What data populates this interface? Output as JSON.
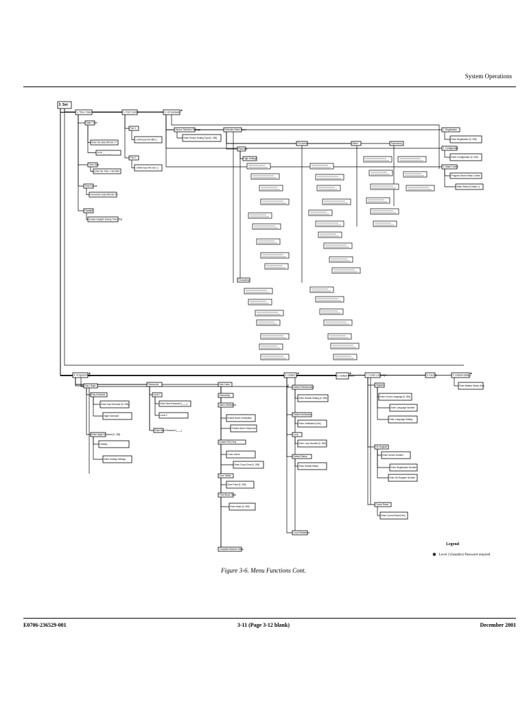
{
  "header": {
    "section": "System Operations"
  },
  "caption": "Figure 3-6.   Menu Functions Cont.",
  "legend": {
    "title": "Legend",
    "item": "Level 2 (Installer) Password required"
  },
  "footer": {
    "left": "E0706-236529-001",
    "center": "3-11 (Page 3-12 blank)",
    "right": "December 2001"
  },
  "diagram": {
    "nodes": [
      {
        "id": "set",
        "label": "3. Set",
        "kind": "root"
      },
      {
        "id": "timedate",
        "label": "1. Time / Date",
        "kind": "top"
      },
      {
        "id": "portctl",
        "label": "2. Port Control",
        "kind": "top"
      },
      {
        "id": "h2lh",
        "label": "3. H2 Hardware",
        "kind": "top",
        "star": true
      },
      {
        "id": "programming",
        "label": "4. Programming",
        "kind": "top",
        "star": true
      },
      {
        "id": "default",
        "label": "5. Default",
        "kind": "top",
        "star": true
      },
      {
        "id": "defaultstatus",
        "label": "6. Default Status",
        "kind": "top",
        "star": true
      },
      {
        "id": "commlanguage",
        "label": "7. Comm Language",
        "kind": "top"
      },
      {
        "id": "factory",
        "label": "8. Factory",
        "kind": "top"
      },
      {
        "id": "disable",
        "label": "9. Disable Battery",
        "kind": "top",
        "star": true
      },
      {
        "id": "tdate",
        "label": "Date / Time"
      },
      {
        "id": "tdate1",
        "label": "Enter the date    MM.DD.YY"
      },
      {
        "id": "tdate2",
        "label": "24 Hr     _ _ : _ _"
      },
      {
        "id": "tzone",
        "label": "Time Zone"
      },
      {
        "id": "tzone1",
        "label": "Enter the Time      +/-HH:MM"
      },
      {
        "id": "tfmt",
        "label": "Time Format"
      },
      {
        "id": "tfmt1",
        "label": "Format the Date    MM.DD.YY"
      },
      {
        "id": "tdst",
        "label": "Daylight"
      },
      {
        "id": "tdst1",
        "label": "Enable Daylight Saving Time  [Yes]"
      },
      {
        "id": "port1",
        "label": "Port 1"
      },
      {
        "id": "port1a",
        "label": "1 300 baud    RS-485  [  ]"
      },
      {
        "id": "port2",
        "label": "Port 2"
      },
      {
        "id": "port2a",
        "label": "1 9600 baud   RS-232  [  ]"
      },
      {
        "id": "sensors",
        "label": "Sensor Selection Settings"
      },
      {
        "id": "sensors1",
        "label": "Enter Sensor Setting Type  [0..255]"
      },
      {
        "id": "alarmlvl",
        "label": "Detection Alarm Level"
      },
      {
        "id": "allstd",
        "label": "Standard"
      },
      {
        "id": "allhigh",
        "label": "High Settings"
      },
      {
        "id": "alloccup",
        "label": "Occupancy"
      },
      {
        "id": "prealert",
        "label": "Pre-alarm"
      },
      {
        "id": "alarm",
        "label": "Alarm"
      },
      {
        "id": "supervisory",
        "label": "Supervisory"
      },
      {
        "id": "progreg",
        "label": "1. Registration"
      },
      {
        "id": "progreg1",
        "label": "Enter Registration  [0..255]"
      },
      {
        "id": "progctl",
        "label": "2. Configuration"
      },
      {
        "id": "progctl1",
        "label": "Enter Configuration  [0..255]"
      },
      {
        "id": "progmask",
        "label": "3. Mask Control"
      },
      {
        "id": "progmask1",
        "label": "Program Device Mask Control"
      },
      {
        "id": "progmask2",
        "label": "Mask Status  [0 Mask 1]"
      },
      {
        "id": "dayn",
        "label": "Day / Night"
      },
      {
        "id": "dayn1",
        "label": "Day Schedule"
      },
      {
        "id": "dayn2",
        "label": "Enter Day Schedule  [0..255]"
      },
      {
        "id": "dayn3",
        "label": "Night Schedule"
      },
      {
        "id": "dayn4",
        "label": "Enter Night Schedule  [0..255]"
      },
      {
        "id": "dayn5",
        "label": "Holiday"
      },
      {
        "id": "dayn6",
        "label": "Enter Holiday Settings"
      },
      {
        "id": "pwd",
        "label": "Passwords"
      },
      {
        "id": "pwd1",
        "label": "Level 1"
      },
      {
        "id": "pwd2",
        "label": "Enter New Password  [____]"
      },
      {
        "id": "pwd3",
        "label": "Level 2"
      },
      {
        "id": "pwd4",
        "label": "Enter New Password  [____]"
      },
      {
        "id": "auto",
        "label": "Auto Learn"
      },
      {
        "id": "autoa",
        "label": "Autoconfig"
      },
      {
        "id": "autob",
        "label": "Alarm Verification"
      },
      {
        "id": "autoc",
        "label": "Enable Alarm Verification"
      },
      {
        "id": "autod",
        "label": "Positive Alarm Sequence"
      },
      {
        "id": "autoe",
        "label": "Enable PAS  [Yes]"
      },
      {
        "id": "autof",
        "label": "Cross Zones"
      },
      {
        "id": "autog",
        "label": "Enter Cross Zone  [0..255]"
      },
      {
        "id": "autoh",
        "label": "Zone Tables"
      },
      {
        "id": "autoi",
        "label": "Zone Point  [0..255]"
      },
      {
        "id": "autoj",
        "label": "Point Mode Table"
      },
      {
        "id": "autok",
        "label": "Enter Mode  [0..255]"
      },
      {
        "id": "autol",
        "label": "Complete Network Setup"
      },
      {
        "id": "def1",
        "label": "Default Relationships"
      },
      {
        "id": "def2",
        "label": "Enter Default Setting  [0..255]"
      },
      {
        "id": "def3",
        "label": "Default Verification"
      },
      {
        "id": "def4",
        "label": "Enter Verification  [Yes]"
      },
      {
        "id": "def5",
        "label": "Loop"
      },
      {
        "id": "def6",
        "label": "Enter Loop Number  [0..255]"
      },
      {
        "id": "def7",
        "label": "Default Status"
      },
      {
        "id": "def8",
        "label": "Enter Default Status"
      },
      {
        "id": "def9",
        "label": "Loop Resistance"
      },
      {
        "id": "cl1",
        "label": "Register"
      },
      {
        "id": "cl2",
        "label": "Enter Comm Language  [0..255]"
      },
      {
        "id": "cl3",
        "label": "Enter Language Number"
      },
      {
        "id": "cl4",
        "label": "Enter Language Setting"
      },
      {
        "id": "cl5",
        "label": "De-Register"
      },
      {
        "id": "cl6",
        "label": "Enter Device Number"
      },
      {
        "id": "cl7",
        "label": "Enter Registration Number"
      },
      {
        "id": "cl8",
        "label": "Enter De-Register Number"
      },
      {
        "id": "cl9",
        "label": "Comm Reset"
      },
      {
        "id": "cl10",
        "label": "Enter Comm Reset  [Yes]"
      },
      {
        "id": "disb1",
        "label": "Enter Battery Status  [Yes]"
      }
    ]
  }
}
